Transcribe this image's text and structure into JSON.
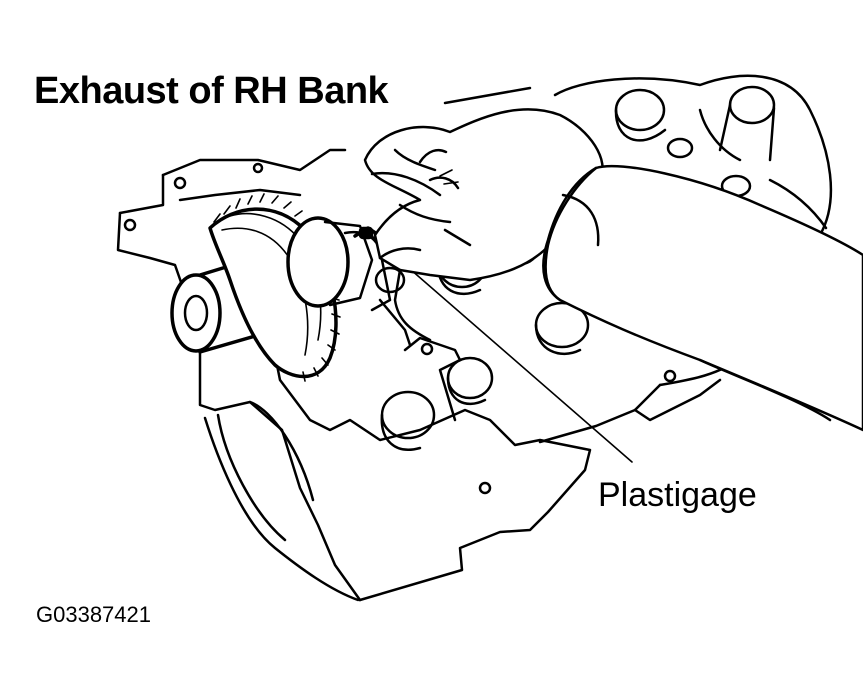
{
  "title": "Exhaust of RH Bank",
  "callout_label": "Plastigage",
  "figure_id": "G03387421"
}
